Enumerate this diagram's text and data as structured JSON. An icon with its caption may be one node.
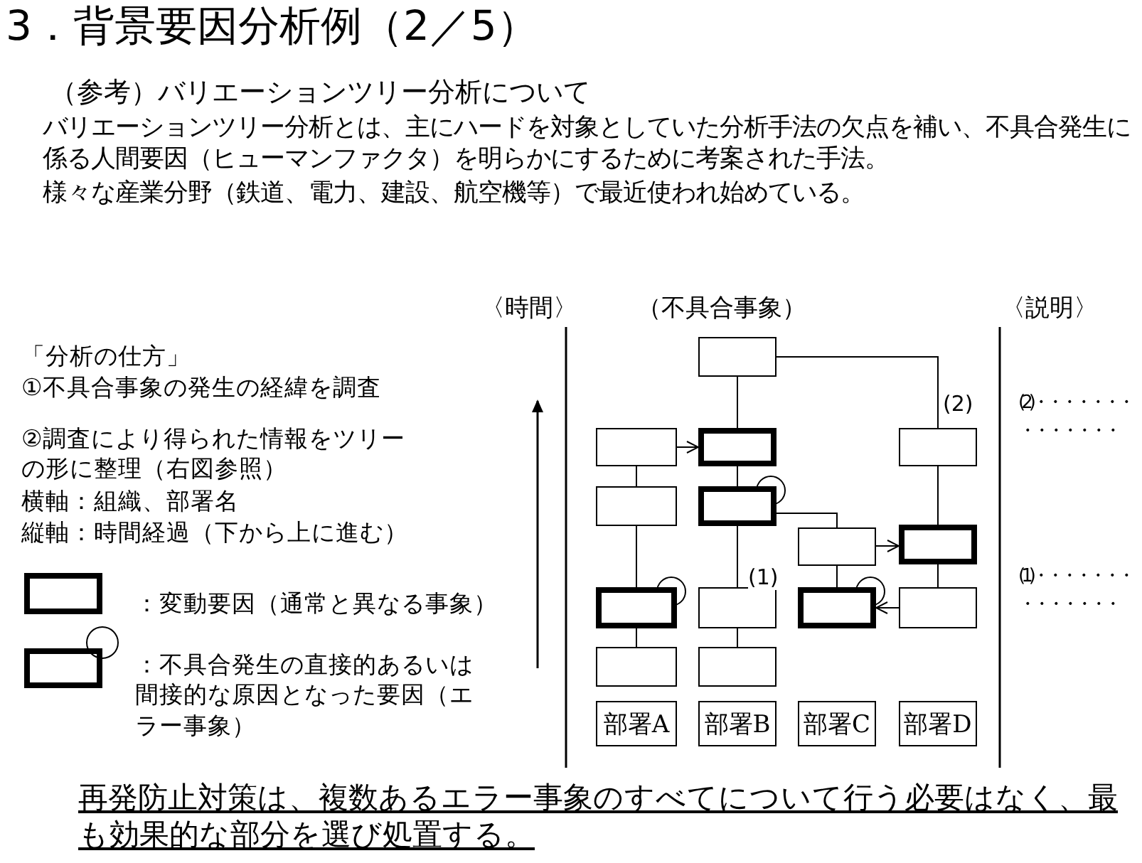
{
  "diagram": {
    "title": "3．背景要因分析例（2／5）",
    "nodes": [
      {
        "text": [],
        "shape": "box"
      },
      {
        "text": [],
        "shape": "box"
      },
      {
        "text": [],
        "shape": "box"
      },
      {
        "text": [],
        "shape": "box"
      },
      {
        "text": [],
        "shape": "box"
      },
      {
        "text": [],
        "shape": "box"
      },
      {
        "text": [],
        "shape": "box"
      },
      {
        "text": [],
        "shape": "box"
      },
      {
        "text": [],
        "shape": "box"
      },
      {
        "text": [],
        "shape": "box"
      },
      {
        "text": [],
        "shape": "box"
      },
      {
        "text": [],
        "shape": "box"
      },
      {
        "text": [],
        "shape": "box"
      },
      {
        "text": [],
        "shape": "box"
      },
      {
        "text": [
          "部署A"
        ]
      },
      {
        "text": [
          "部署B"
        ]
      },
      {
        "text": [
          "部署C"
        ]
      },
      {
        "text": [
          "部署D"
        ]
      }
    ],
    "edges": [
      {
        "from": 0,
        "to": 2,
        "arrow": "none"
      },
      {
        "from": 0,
        "to": 3,
        "arrow": "none",
        "label": "(2)"
      },
      {
        "from": 1,
        "to": 2,
        "arrow": "to"
      },
      {
        "from": 1,
        "to": 4,
        "arrow": "none"
      },
      {
        "from": 4,
        "to": 8,
        "arrow": "none"
      },
      {
        "from": 8,
        "to": 12,
        "arrow": "none"
      },
      {
        "from": 2,
        "to": 5,
        "arrow": "none"
      },
      {
        "from": 5,
        "to": 9,
        "arrow": "none",
        "label": "(1)"
      },
      {
        "from": 9,
        "to": 13,
        "arrow": "none"
      },
      {
        "from": 5,
        "to": 7,
        "arrow": "none"
      },
      {
        "from": 7,
        "to": 6,
        "arrow": "to"
      },
      {
        "from": 7,
        "to": 10,
        "arrow": "none"
      },
      {
        "from": 3,
        "to": 6,
        "arrow": "none"
      },
      {
        "from": 6,
        "to": 11,
        "arrow": "none"
      },
      {
        "from": 11,
        "to": 10,
        "arrow": "to"
      }
    ],
    "labels": [
      "（参考）バリエーションツリー分析について",
      "バリエーションツリー分析とは、主にハードを対象としていた分析手法の欠点を補い、不具合発生に係る人間要因（ヒューマンファクタ）を明らかにするために考案された手法。",
      "様々な産業分野（鉄道、電力、建設、航空機等）で最近使われ始めている。",
      "〈時間〉",
      "（不具合事象）",
      "〈説明〉",
      "「分析の仕方」",
      "①不具合事象の発生の経緯を調査",
      "②調査により得られた情報をツリーの形に整理（右図参照）",
      "横軸：組織、部署名",
      "縦軸：時間経過（下から上に進む）",
      "(2)・・・・・・・",
      "・・・・・・・",
      "(1)・・・・・・・",
      "・・・・・・・",
      "再発防止対策は、複数あるエラー事象のすべてについて行う必要はなく、最も効果的な部分を選び処置する。"
    ],
    "legend": [
      {
        "text": "：変動要因（通常と異なる事象）"
      },
      {
        "text": "：不具合発生の直接的あるいは間接的な原因となった要因（エラー事象）"
      }
    ]
  }
}
